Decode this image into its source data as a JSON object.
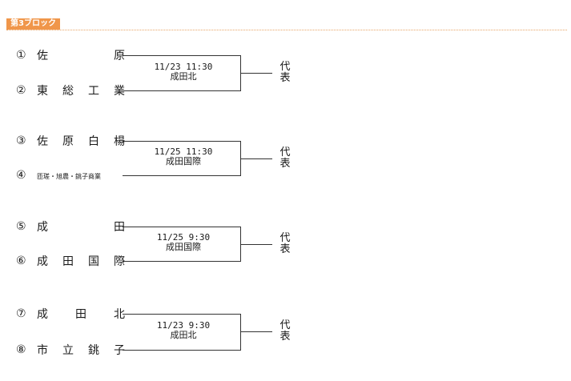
{
  "block": {
    "title": "第3ブロック",
    "rule_color": "#e8a566",
    "tag_color": "#f0964a"
  },
  "matches": [
    {
      "team_a": {
        "number": "①",
        "chars": [
          "佐",
          "原"
        ]
      },
      "team_b": {
        "number": "②",
        "chars": [
          "東",
          "総",
          "工",
          "業"
        ]
      },
      "time": "11/23 11:30",
      "venue": "成田北",
      "winner_label": [
        "代",
        "表"
      ]
    },
    {
      "team_a": {
        "number": "③",
        "chars": [
          "佐",
          "原",
          "白",
          "楊"
        ]
      },
      "team_b": {
        "number": "④",
        "name": "匝瑳・旭農・銚子商業"
      },
      "time": "11/25 11:30",
      "venue": "成田国際",
      "winner_label": [
        "代",
        "表"
      ]
    },
    {
      "team_a": {
        "number": "⑤",
        "chars": [
          "成",
          "田"
        ]
      },
      "team_b": {
        "number": "⑥",
        "chars": [
          "成",
          "田",
          "国",
          "際"
        ]
      },
      "time": "11/25 9:30",
      "venue": "成田国際",
      "winner_label": [
        "代",
        "表"
      ]
    },
    {
      "team_a": {
        "number": "⑦",
        "chars": [
          "成",
          "田",
          "北"
        ]
      },
      "team_b": {
        "number": "⑧",
        "chars": [
          "市",
          "立",
          "銚",
          "子"
        ]
      },
      "time": "11/23 9:30",
      "venue": "成田北",
      "winner_label": [
        "代",
        "表"
      ]
    }
  ]
}
